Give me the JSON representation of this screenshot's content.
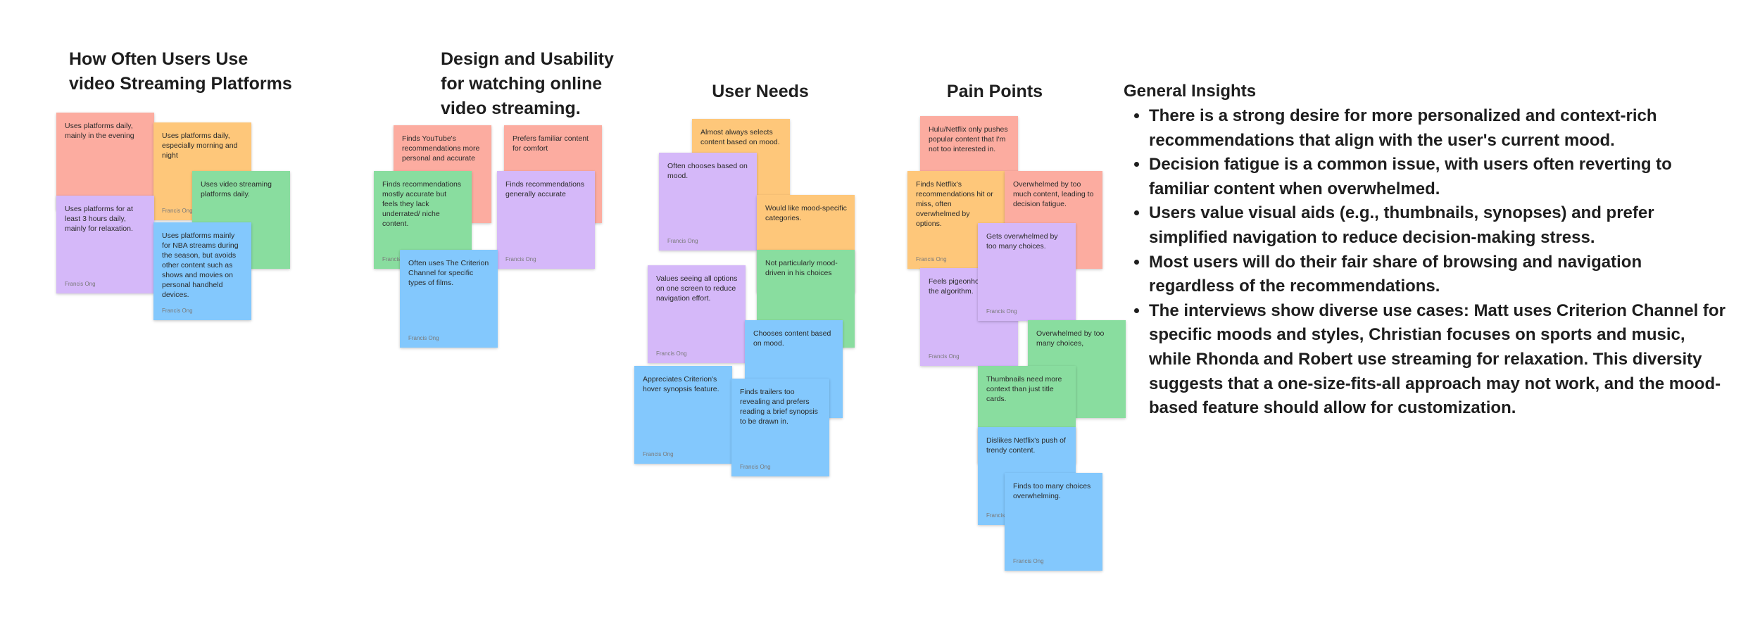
{
  "colors": {
    "red": "#fcaca0",
    "orange": "#fec77a",
    "green": "#89dd9f",
    "purple": "#d5b8f9",
    "blue": "#83c8fd"
  },
  "headings": {
    "frequency": [
      "How Often Users Use",
      "video Streaming Platforms"
    ],
    "design": [
      "Design and Usability",
      "for watching online",
      "video streaming."
    ],
    "needs": "User Needs",
    "pain": "Pain Points"
  },
  "stickies": {
    "frequency": [
      {
        "text": "Uses platforms daily, mainly in the evening",
        "author": ""
      },
      {
        "text": "Uses platforms daily, especially morning and night",
        "author": "Francis Ong"
      },
      {
        "text": "Uses video streaming platforms daily.",
        "author": ""
      },
      {
        "text": "Uses platforms for at least 3 hours daily, mainly for relaxation.",
        "author": "Francis Ong"
      },
      {
        "text": "Uses platforms mainly for NBA streams during the season, but avoids other content such as shows and movies on personal handheld devices.",
        "author": "Francis Ong"
      }
    ],
    "design": [
      {
        "text": "Finds YouTube's recommendations more personal and accurate",
        "author": ""
      },
      {
        "text": "Prefers familiar content for comfort",
        "author": ""
      },
      {
        "text": "Finds recommendations mostly accurate but feels they lack underrated/ niche content.",
        "author": "Francis Ong"
      },
      {
        "text": "Finds recommendations generally accurate",
        "author": "Francis Ong"
      },
      {
        "text": "Often uses The Criterion Channel for specific types of films.",
        "author": "Francis Ong"
      }
    ],
    "needs": [
      {
        "text": "Almost always selects content based on mood.",
        "author": ""
      },
      {
        "text": "Often chooses based on mood.",
        "author": "Francis Ong"
      },
      {
        "text": "Would like mood-specific categories.",
        "author": ""
      },
      {
        "text": "Not particularly mood-driven in his choices",
        "author": ""
      },
      {
        "text": "Values seeing all options on one screen to reduce navigation effort.",
        "author": "Francis Ong"
      },
      {
        "text": "Chooses content based on mood.",
        "author": ""
      },
      {
        "text": "Appreciates Criterion's hover synopsis feature.",
        "author": "Francis Ong"
      },
      {
        "text": "Finds trailers too revealing and prefers reading a brief synopsis to be drawn in.",
        "author": "Francis Ong"
      }
    ],
    "pain": [
      {
        "text": "Hulu/Netflix only pushes popular content that I'm not too interested in.",
        "author": ""
      },
      {
        "text": "Finds Netflix's recommendations hit or miss, often overwhelmed by options.",
        "author": "Francis Ong"
      },
      {
        "text": "Overwhelmed by too much content, leading to decision fatigue.",
        "author": ""
      },
      {
        "text": "Feels pigeonholed by the algorithm.",
        "author": "Francis Ong"
      },
      {
        "text": "Gets overwhelmed by too many choices.",
        "author": "Francis Ong"
      },
      {
        "text": "Overwhelmed by too many choices,",
        "author": ""
      },
      {
        "text": "Thumbnails need more context than just title cards.",
        "author": ""
      },
      {
        "text": "Dislikes Netflix's push of trendy content.",
        "author": "Francis Ong"
      },
      {
        "text": "Finds too many choices overwhelming.",
        "author": "Francis Ong"
      }
    ]
  },
  "insights": {
    "title": "General Insights",
    "items": [
      "There is a strong desire for more personalized and context-rich recommendations that align with the user's current mood.",
      "Decision fatigue is a common issue, with users often reverting to familiar content when overwhelmed.",
      "Users value visual aids (e.g., thumbnails, synopses) and prefer simplified navigation to reduce decision-making stress.",
      "Most users will do their fair share of browsing and navigation regardless of the recommendations.",
      "The interviews show diverse use cases: Matt uses Criterion Channel for specific moods and styles, Christian focuses on sports and music, while Rhonda and Robert use streaming for relaxation. This diversity suggests that a one-size-fits-all approach may not work, and the mood-based feature should allow for customization."
    ]
  }
}
